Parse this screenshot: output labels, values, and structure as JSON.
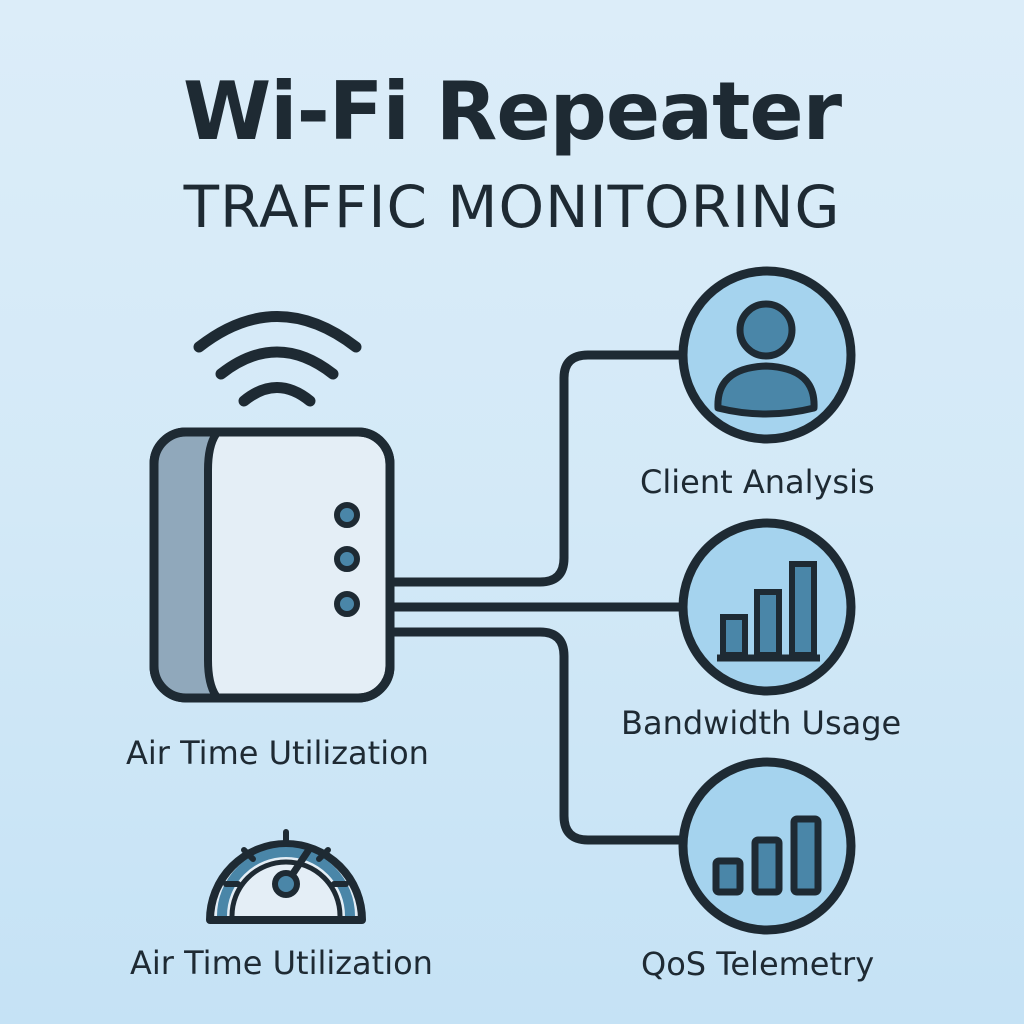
{
  "header": {
    "title": "Wi-Fi Repeater",
    "subtitle": "TRAFFIC MONITORING"
  },
  "device": {
    "name": "wifi-repeater",
    "label": "Air Time Utilization",
    "icon": "wifi-icon",
    "led_count": 3
  },
  "gauge": {
    "icon": "speedometer-icon",
    "label": "Air Time Utilization"
  },
  "nodes": [
    {
      "id": "client-analysis",
      "icon": "user-icon",
      "label": "Client Analysis"
    },
    {
      "id": "bandwidth-usage",
      "icon": "bar-chart-icon",
      "label": "Bandwidth Usage"
    },
    {
      "id": "qos-telemetry",
      "icon": "signal-bars-icon",
      "label": "QoS Telemetry"
    }
  ],
  "colors": {
    "background_top": "#dcedf9",
    "background_bottom": "#c5e2f5",
    "stroke": "#1e2a33",
    "node_fill": "#a5d3ee",
    "icon_fill": "#4a86a8",
    "device_body": "#e4eef6",
    "device_side": "#90a8bb",
    "gauge_arc": "#4a86a8"
  }
}
